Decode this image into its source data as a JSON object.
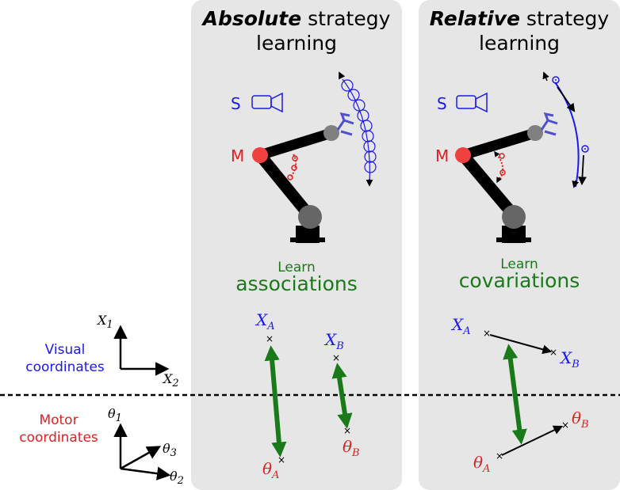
{
  "panels": {
    "absolute": {
      "title_bold": "Absolute",
      "title_rest": " strategy",
      "title_line2": "learning",
      "learn_small": "Learn",
      "learn_big": "associations",
      "m_label": "M",
      "s_label": "S"
    },
    "relative": {
      "title_bold": "Relative",
      "title_rest": " strategy",
      "title_line2": "learning",
      "learn_small": "Learn",
      "learn_big": "covariations",
      "m_label": "M",
      "s_label": "S"
    }
  },
  "left": {
    "visual_line1": "Visual",
    "visual_line2": "coordinates",
    "motor_line1": "Motor",
    "motor_line2": "coordinates",
    "axis_x1": "X",
    "axis_x1_sub": "1",
    "axis_x2": "X",
    "axis_x2_sub": "2",
    "axis_t1": "θ",
    "axis_t1_sub": "1",
    "axis_t2": "θ",
    "axis_t2_sub": "2",
    "axis_t3": "θ",
    "axis_t3_sub": "3"
  },
  "points": {
    "xa": "X",
    "xa_sub": "A",
    "xb": "X",
    "xb_sub": "B",
    "ta": "θ",
    "ta_sub": "A",
    "tb": "θ",
    "tb_sub": "B"
  },
  "colors": {
    "panel_bg": "#e6e6e6",
    "visual": "#1a1aee",
    "motor": "#e02020",
    "learn": "#1a7a1a",
    "arm": "#000000",
    "joint": "#808080"
  }
}
